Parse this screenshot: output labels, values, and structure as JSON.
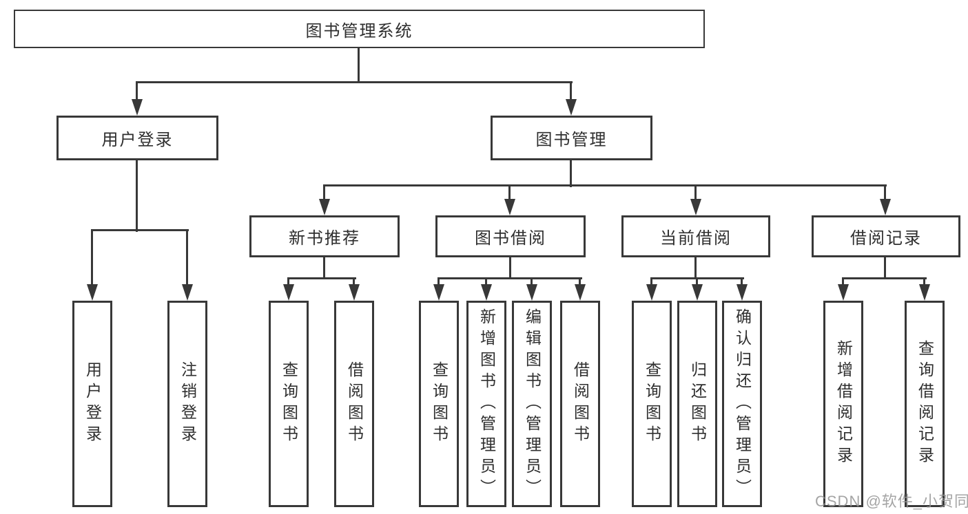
{
  "diagram_title": "图书管理系统",
  "colors": {
    "line": "#383838",
    "box_border": "#383838",
    "box_background": "#ffffff",
    "text": "#2e2e2e",
    "watermark": "#949494",
    "page_background": "#ffffff"
  },
  "nodes": {
    "root": {
      "label": "图书管理系统"
    },
    "user_login": {
      "label": "用户登录"
    },
    "book_mgmt": {
      "label": "图书管理"
    },
    "new_book_rec": {
      "label": "新书推荐"
    },
    "book_borrow": {
      "label": "图书借阅"
    },
    "current_borrow": {
      "label": "当前借阅"
    },
    "borrow_records": {
      "label": "借阅记录"
    },
    "ul_login": {
      "label": "用户登录"
    },
    "ul_logout": {
      "label": "注销登录"
    },
    "nb_query": {
      "label": "查询图书"
    },
    "nb_borrow": {
      "label": "借阅图书"
    },
    "bb_query": {
      "label": "查询图书"
    },
    "bb_add": {
      "label": "新增图书（管理员）"
    },
    "bb_edit": {
      "label": "编辑图书（管理员）"
    },
    "bb_borrow": {
      "label": "借阅图书"
    },
    "cb_query": {
      "label": "查询图书"
    },
    "cb_return": {
      "label": "归还图书"
    },
    "cb_confirm": {
      "label": "确认归还（管理员）"
    },
    "br_add": {
      "label": "新增借阅记录"
    },
    "br_query": {
      "label": "查询借阅记录"
    }
  },
  "hierarchy": {
    "图书管理系统": {
      "用户登录": [
        "用户登录",
        "注销登录"
      ],
      "图书管理": {
        "新书推荐": [
          "查询图书",
          "借阅图书"
        ],
        "图书借阅": [
          "查询图书",
          "新增图书（管理员）",
          "编辑图书（管理员）",
          "借阅图书"
        ],
        "当前借阅": [
          "查询图书",
          "归还图书",
          "确认归还（管理员）"
        ],
        "借阅记录": [
          "新增借阅记录",
          "查询借阅记录"
        ]
      }
    }
  },
  "watermark": {
    "text": "CSDN @软件_小贺同学"
  }
}
